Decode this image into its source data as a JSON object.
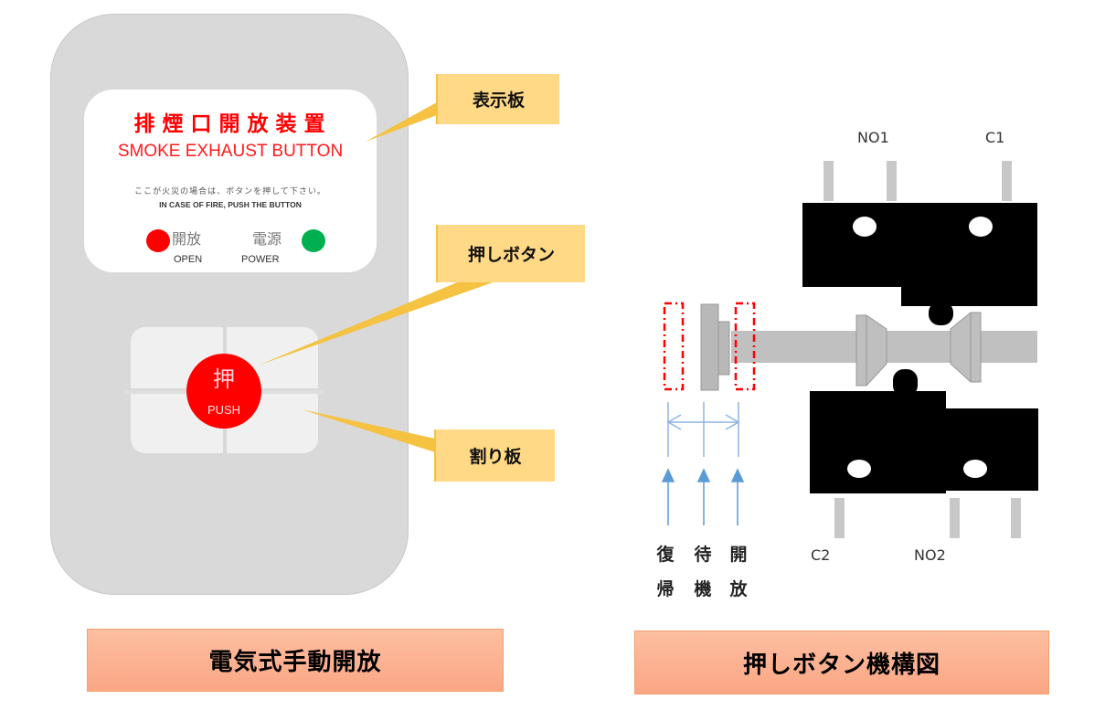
{
  "left_panel": {
    "display_panel": {
      "title_jp": "排煙口開放装置",
      "title_en": "SMOKE EXHAUST BUTTON",
      "note_jp": "ここが火災の場合は、ボタンを押して下さい。",
      "note_en": "IN CASE OF FIRE, PUSH THE BUTTON",
      "lamps": [
        {
          "label_jp": "開放",
          "label_en": "OPEN",
          "color": "#ff0000"
        },
        {
          "label_jp": "電源",
          "label_en": "POWER",
          "color": "#00b050"
        }
      ]
    },
    "push_button": {
      "label_jp": "押",
      "label_en": "PUSH",
      "color": "#ff0000"
    },
    "callouts": {
      "display": "表示板",
      "button": "押しボタン",
      "plate": "割り板"
    },
    "caption": "電気式手動開放"
  },
  "right_panel": {
    "terminals": {
      "no1": "NO1",
      "c1": "C1",
      "c2": "C2",
      "no2": "NO2"
    },
    "states": [
      {
        "line1": "復",
        "line2": "帰"
      },
      {
        "line1": "待",
        "line2": "機"
      },
      {
        "line1": "開",
        "line2": "放"
      }
    ],
    "caption": "押しボタン機構図"
  },
  "colors": {
    "callout_fill": "#ffd986",
    "caption_fill": "#fba684",
    "switch_body": "#000000",
    "shaft": "#c0c0c0",
    "dash_marker": "#ff0000",
    "arrow": "#5b9bd5"
  }
}
